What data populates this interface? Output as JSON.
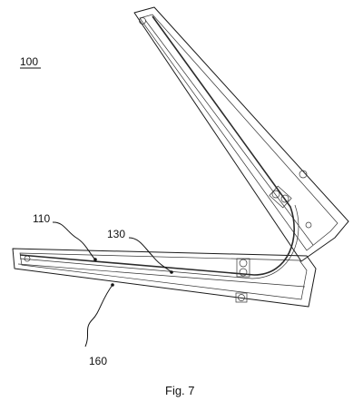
{
  "figure": {
    "assembly_label": "100",
    "reference_labels": {
      "label_110": "110",
      "label_130": "130",
      "label_160": "160"
    },
    "caption": "Fig. 7"
  },
  "colors": {
    "line": "#1a1a1a",
    "background": "#ffffff"
  }
}
